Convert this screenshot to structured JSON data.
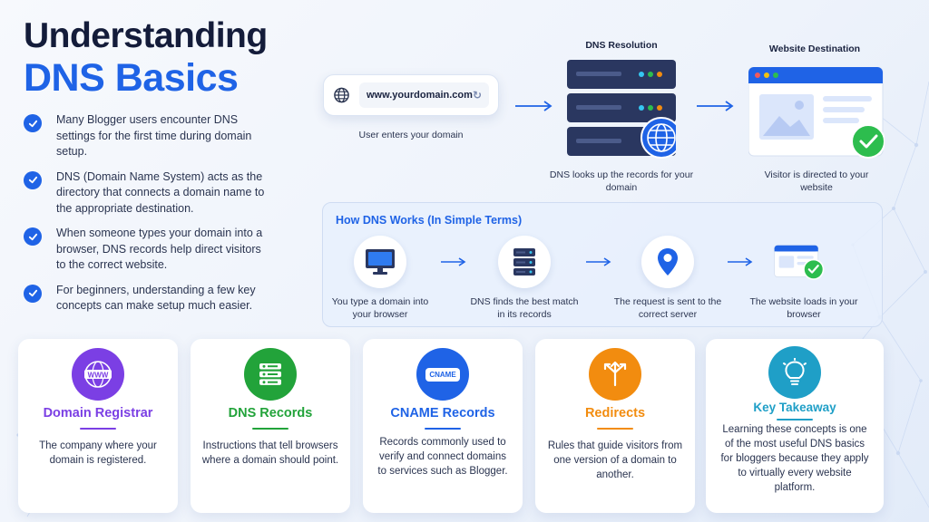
{
  "title": {
    "line1": "Understanding",
    "line2": "DNS Basics"
  },
  "bullets": [
    "Many Blogger users encounter DNS settings for the first time during domain setup.",
    "DNS (Domain Name System) acts as the directory that connects a domain name to the appropriate destination.",
    "When someone types your domain into a browser, DNS records help direct visitors to the correct website.",
    "For beginners, understanding a few key concepts can make setup much easier."
  ],
  "flow": {
    "url": "www.yourdomain.com",
    "user_caption": "User enters your domain",
    "resolution_heading": "DNS Resolution",
    "resolution_caption": "DNS looks up the records for your domain",
    "destination_heading": "Website Destination",
    "destination_caption": "Visitor is directed to your website"
  },
  "how": {
    "title": "How DNS Works (In Simple Terms)",
    "steps": [
      "You type a domain into your browser",
      "DNS finds the best match in its records",
      "The request is sent to the correct server",
      "The website loads in your browser"
    ]
  },
  "cards": [
    {
      "icon": "www-globe-icon",
      "title": "Domain Registrar",
      "body": "The company where your domain is registered.",
      "color": "#7b3fe4"
    },
    {
      "icon": "server-stack-icon",
      "title": "DNS Records",
      "body": "Instructions that tell browsers where a domain should point.",
      "color": "#22a33a"
    },
    {
      "icon": "cname-badge-icon",
      "title": "CNAME Records",
      "body": "Records commonly used to verify and connect domains to services such as Blogger.",
      "color": "#1f63e6",
      "badge": "CNAME"
    },
    {
      "icon": "redirect-arrows-icon",
      "title": "Redirects",
      "body": "Rules that guide visitors from one version of a domain to another.",
      "color": "#f28c0f"
    },
    {
      "icon": "lightbulb-icon",
      "title": "Key Takeaway",
      "body": "Learning these concepts is one of the most useful DNS basics for bloggers because they apply to virtually every website platform.",
      "color": "#1f9fc7"
    }
  ],
  "colors": {
    "accent": "#1f63e6",
    "dark": "#141c3a",
    "success": "#2dbd4e"
  }
}
